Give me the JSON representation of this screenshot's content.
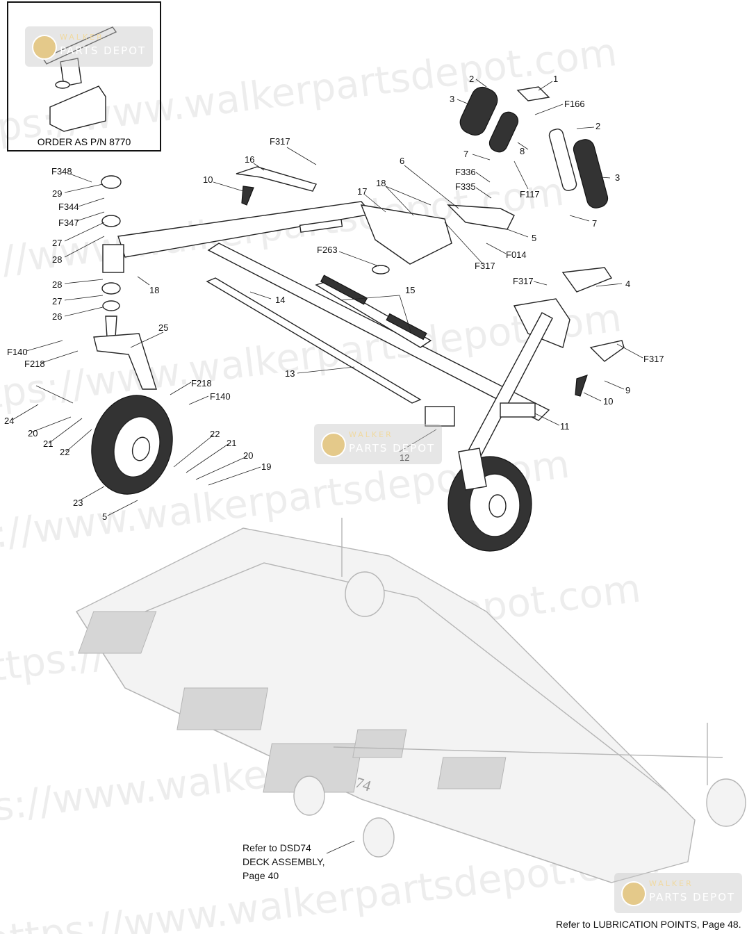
{
  "inset": {
    "caption": "ORDER AS P/N 8770"
  },
  "callouts": [
    "1",
    "2",
    "3",
    "F166",
    "2",
    "3",
    "8",
    "F117",
    "7",
    "7",
    "F336",
    "F335",
    "5",
    "F014",
    "F317",
    "6",
    "18",
    "17",
    "F317",
    "16",
    "10",
    "F348",
    "29",
    "F344",
    "F347",
    "27",
    "28",
    "28",
    "27",
    "26",
    "18",
    "F263",
    "15",
    "14",
    "4",
    "F317",
    "F317",
    "9",
    "10",
    "11",
    "13",
    "12",
    "25",
    "F140",
    "F218",
    "F218",
    "F140",
    "24",
    "20",
    "21",
    "22",
    "22",
    "21",
    "20",
    "19",
    "23",
    "5"
  ],
  "notes": {
    "deck_ref": [
      "Refer to DSD74",
      "DECK ASSEMBLY,",
      "Page 40"
    ],
    "lube_ref": "Refer to LUBRICATION POINTS, Page 48."
  },
  "deck_number": "74",
  "watermark": {
    "text": "https://www.walkerpartsdepot.com",
    "badge_top": "WALKER",
    "badge_bottom": "PARTS DEPOT"
  }
}
